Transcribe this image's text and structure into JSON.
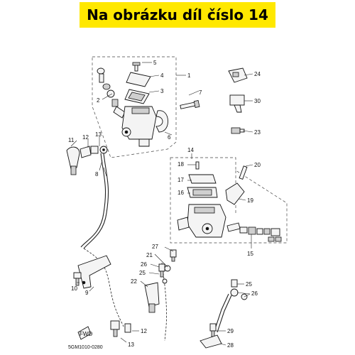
{
  "banner": {
    "text": "Na obrázku díl číslo 14",
    "color": "#ffe800"
  },
  "diagram": {
    "reference_code": "5GM1010-0280",
    "fwd_label": "FWD",
    "callouts": [
      "1",
      "2",
      "3",
      "4",
      "5",
      "6",
      "7",
      "8",
      "9",
      "10",
      "11",
      "12",
      "13",
      "13",
      "12",
      "14",
      "15",
      "16",
      "17",
      "18",
      "19",
      "20",
      "21",
      "22",
      "23",
      "24",
      "25",
      "25",
      "26",
      "26",
      "27",
      "28",
      "29",
      "30"
    ]
  }
}
